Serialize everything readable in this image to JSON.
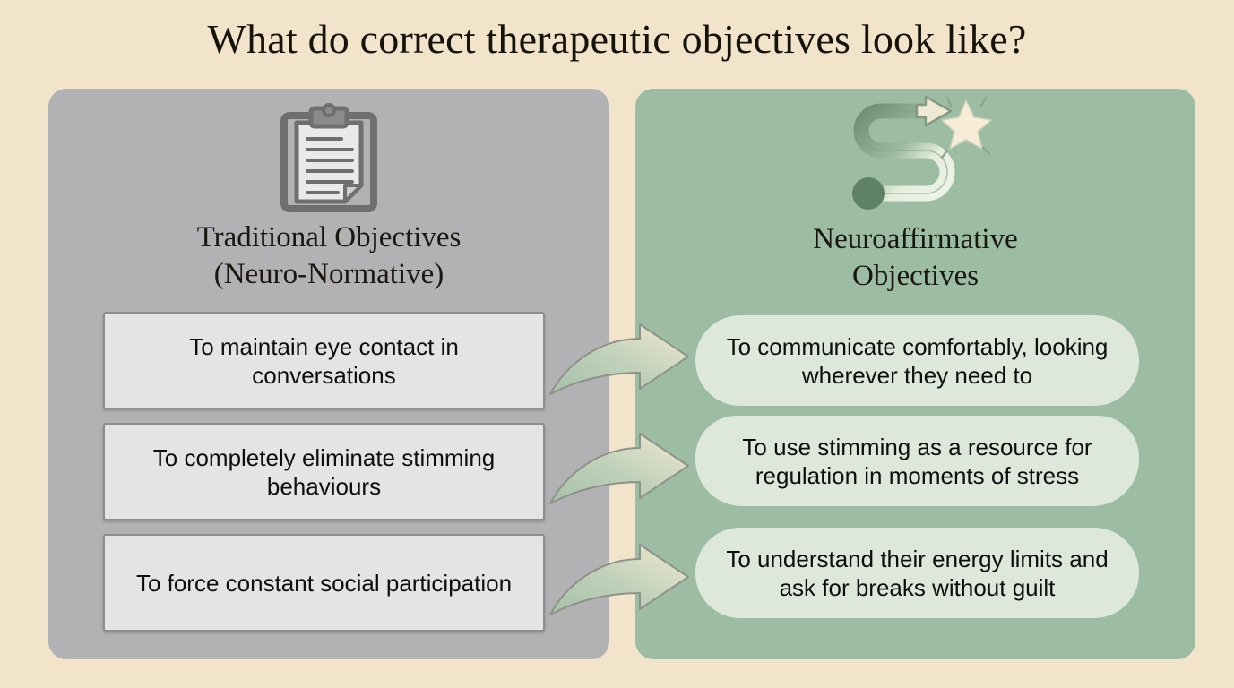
{
  "page": {
    "title": "What do correct therapeutic objectives look like?",
    "background_color": "#f2e4cb"
  },
  "panels": {
    "left": {
      "icon": "clipboard-icon",
      "heading_line1": "Traditional Objectives",
      "heading_line2": "(Neuro-Normative)",
      "background_color": "#b2b2b4",
      "items": [
        "To maintain eye contact in conversations",
        "To completely eliminate stimming behaviours",
        "To force constant social participation"
      ]
    },
    "right": {
      "icon": "winding-path-star-icon",
      "heading_line1": "Neuroaffirmative",
      "heading_line2": "Objectives",
      "background_color": "#9cbda3",
      "items": [
        "To communicate comfortably, looking wherever they need to",
        "To use stimming as a resource for regulation in moments of stress",
        "To understand their energy limits and ask for breaks without guilt"
      ]
    }
  },
  "arrows": {
    "icon": "curved-right-arrow-icon",
    "count": 3,
    "color_start": "#a9c3ab",
    "color_end": "#f0e6cf"
  }
}
